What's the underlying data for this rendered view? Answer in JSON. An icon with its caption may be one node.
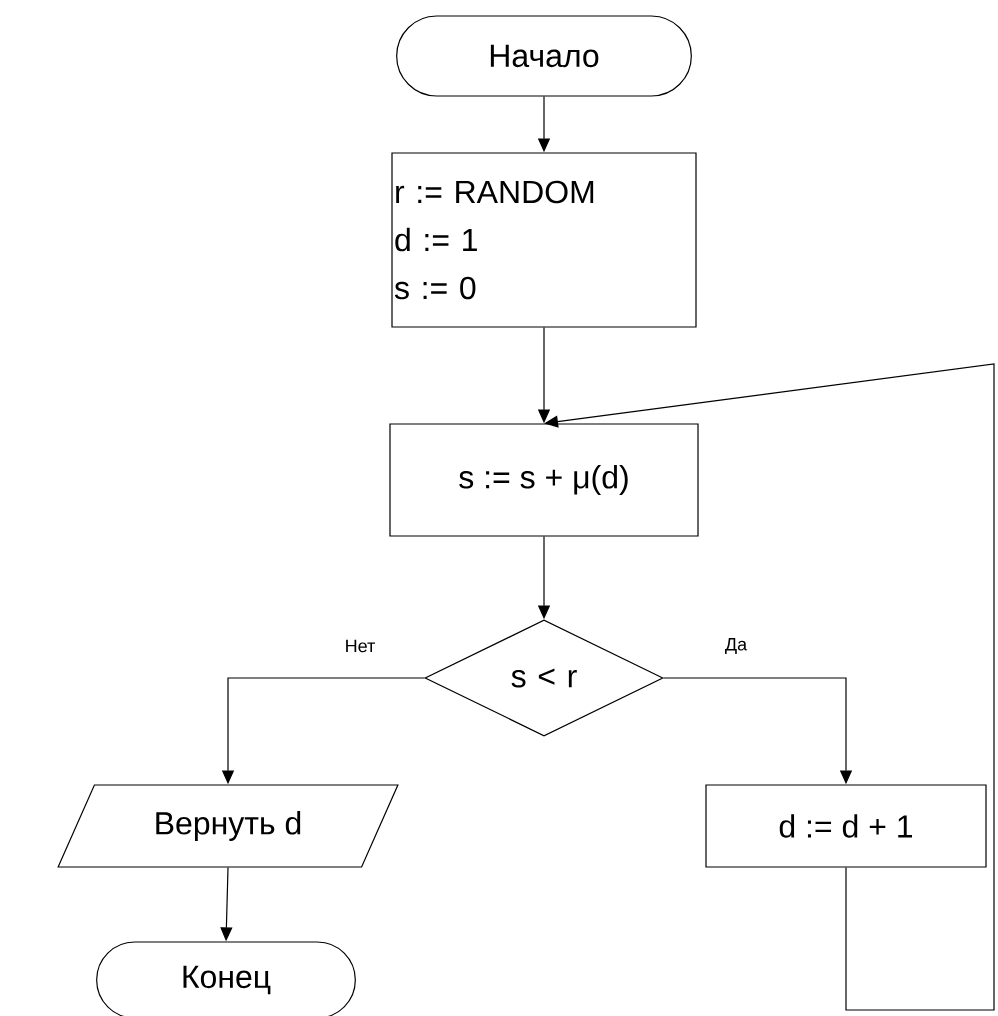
{
  "diagram": {
    "nodes": [
      {
        "text": [
          "Начало"
        ]
      },
      {
        "text": [
          "r := RANDOM",
          "d := 1",
          "s := 0"
        ]
      },
      {
        "text": [
          "s := s + μ(d)"
        ]
      },
      {
        "text": [
          "s < r"
        ]
      },
      {
        "text": [
          "Вернуть d"
        ]
      },
      {
        "text": [
          "d := d + 1"
        ]
      },
      {
        "text": [
          "Конец"
        ]
      }
    ],
    "edges": [
      {
        "from": 0,
        "to": 1,
        "arrow": "to"
      },
      {
        "from": 1,
        "to": 2,
        "arrow": "to"
      },
      {
        "from": 2,
        "to": 3,
        "arrow": "to"
      },
      {
        "from": 3,
        "to": 4,
        "arrow": "to",
        "label": "Нет"
      },
      {
        "from": 3,
        "to": 5,
        "arrow": "to",
        "label": "Да"
      },
      {
        "from": 4,
        "to": 6,
        "arrow": "to"
      },
      {
        "from": 5,
        "to": 2,
        "arrow": "to"
      }
    ]
  }
}
